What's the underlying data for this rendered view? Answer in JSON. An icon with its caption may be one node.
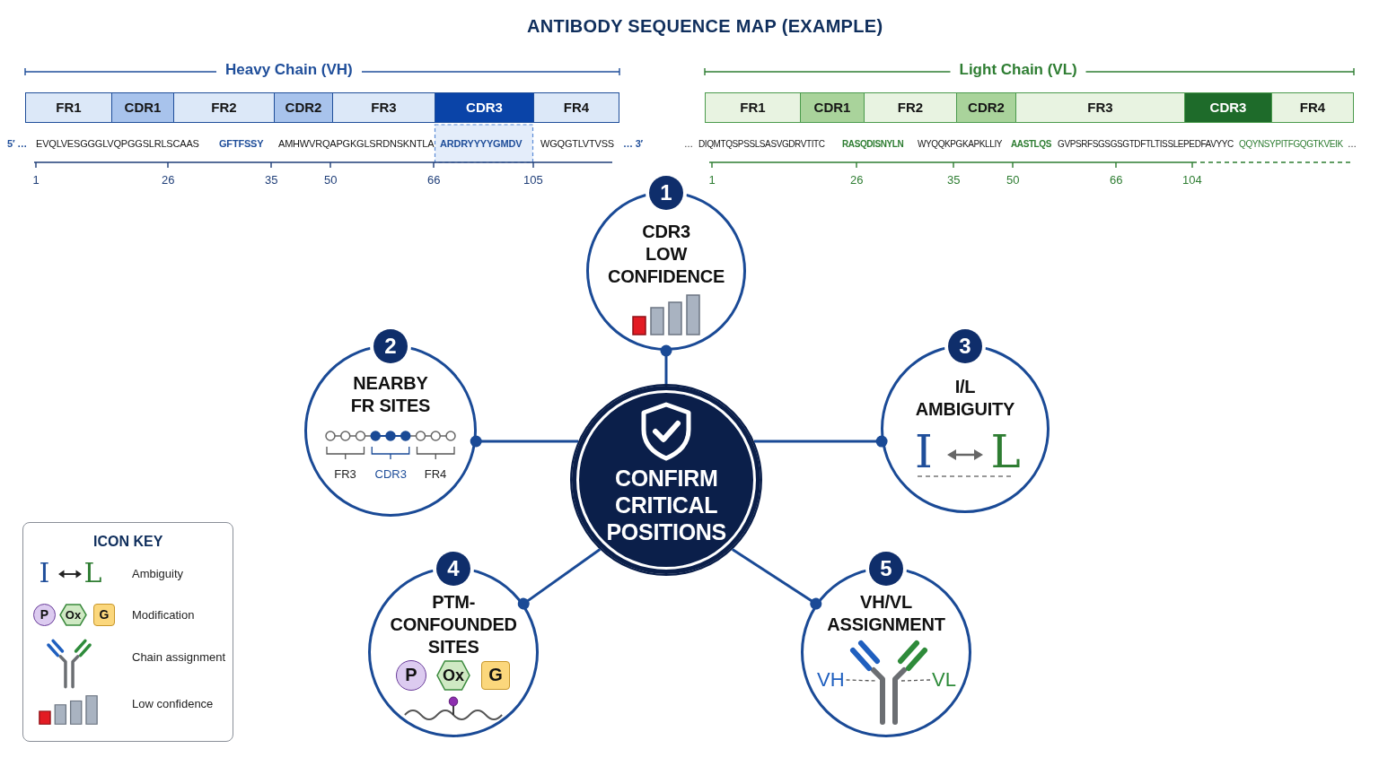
{
  "diagram": {
    "title": "ANTIBODY SEQUENCE MAP (EXAMPLE)",
    "nodes": [
      {
        "text": [
          "FR1"
        ]
      },
      {
        "text": [
          "CDR1"
        ]
      },
      {
        "text": [
          "FR2"
        ]
      },
      {
        "text": [
          "CDR2"
        ]
      },
      {
        "text": [
          "FR3"
        ]
      },
      {
        "text": [
          "CDR3"
        ]
      },
      {
        "text": [
          "FR4"
        ]
      },
      {
        "text": [
          "FR1"
        ]
      },
      {
        "text": [
          "CDR1"
        ]
      },
      {
        "text": [
          "FR2"
        ]
      },
      {
        "text": [
          "CDR2"
        ]
      },
      {
        "text": [
          "FR3"
        ]
      },
      {
        "text": [
          "CDR3"
        ]
      },
      {
        "text": [
          "FR4"
        ]
      },
      {
        "text": [
          "1",
          "CDR3 LOW CONFIDENCE"
        ]
      },
      {
        "text": [
          "2",
          "NEARBY FR SITES",
          "FR3",
          "CDR3",
          "FR4"
        ]
      },
      {
        "text": [
          "3",
          "I/L AMBIGUITY",
          "I",
          "L"
        ]
      },
      {
        "text": [
          "CONFIRM CRITICAL POSITIONS"
        ]
      },
      {
        "text": [
          "ICON KEY"
        ]
      },
      {
        "text": [
          "P"
        ],
        "in": 18
      },
      {
        "text": [
          "Ox"
        ],
        "in": 18
      },
      {
        "text": [
          "G"
        ],
        "in": 18
      },
      {
        "text": [
          "4",
          "PTM-CONFOUNDED SITES"
        ]
      },
      {
        "text": [
          "P"
        ],
        "in": 22
      },
      {
        "text": [
          "Ox"
        ],
        "in": 22
      },
      {
        "text": [
          "G"
        ],
        "in": 22
      },
      {
        "text": [
          "5",
          "VH/VL ASSIGNMENT"
        ]
      },
      {
        "text": [
          "VH"
        ],
        "in": 26
      },
      {
        "text": [
          "VL"
        ],
        "in": 26
      }
    ],
    "edges": [
      {
        "from": 17,
        "to": 14,
        "arrow": "other"
      },
      {
        "from": 17,
        "to": 15,
        "arrow": "other"
      },
      {
        "from": 17,
        "to": 16,
        "arrow": "other"
      },
      {
        "from": 17,
        "to": 22,
        "arrow": "other"
      },
      {
        "from": 17,
        "to": 26,
        "arrow": "other"
      },
      {
        "from": 27,
        "to": null,
        "arrow": "none",
        "style": "dashed",
        "color": "#555555"
      },
      {
        "from": 28,
        "to": null,
        "arrow": "none",
        "style": "dashed",
        "color": "#555555"
      }
    ],
    "labels": [
      "Heavy Chain (VH)",
      "Light Chain (VL)",
      "5′ …",
      "EVQLVESGGGLVQPGGSLRLSCAAS",
      "GFTFSSY",
      "AMHWVRQAPGKGLSRDNSKNTLA",
      "ARDRYYYYGMDV",
      "WGQGTLVTVSS",
      "… 3′",
      "…",
      "DIQMTQSPSSLSASVGDRVTITC",
      "RASQDISNYLN",
      "WYQQKPGKAPKLLIY",
      "AASTLQS",
      "GVPSRFSGSGSGTDFTLTISSLEPEDFAVYYC",
      "QQYNSYPITFGQGTKVEIK",
      "…",
      "1",
      "26",
      "35",
      "50",
      "66",
      "105",
      "1",
      "26",
      "35",
      "50",
      "66",
      "104",
      "I",
      "L"
    ],
    "legend": [
      {
        "text": "Ambiguity"
      },
      {
        "text": "Modification"
      },
      {
        "text": "Chain assignment"
      },
      {
        "text": "Low confidence"
      }
    ]
  }
}
